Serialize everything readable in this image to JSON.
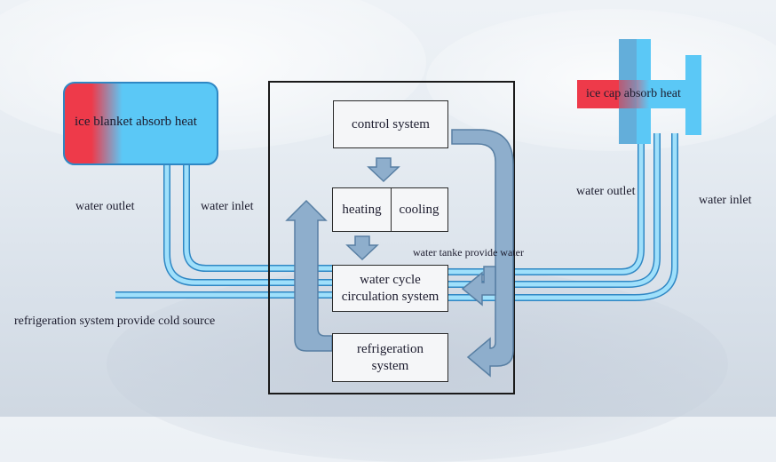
{
  "labels": {
    "ice_blanket": "ice blanket absorb heat",
    "ice_cap": "ice cap absorb heat",
    "left_water_outlet": "water outlet",
    "left_water_inlet": "water inlet",
    "right_water_outlet": "water outlet",
    "right_water_inlet": "water inlet",
    "refrigeration_cold_source": "refrigeration system provide cold source",
    "water_tank_provide_water": "water tanke provide water"
  },
  "boxes": {
    "control_system": "control system",
    "heating": "heating",
    "cooling": "cooling",
    "water_cycle_line1": "water cycle",
    "water_cycle_line2": "circulation system",
    "refrigeration_line1": "refrigeration",
    "refrigeration_line2": "system"
  },
  "colors": {
    "pipe": "#63c7f5",
    "pipe_edge": "#2f87c4",
    "hot": "#ee3a4a",
    "arrow": "#8eaecc",
    "arrow_edge": "#587fa3",
    "frame": "#1a1a1a"
  }
}
